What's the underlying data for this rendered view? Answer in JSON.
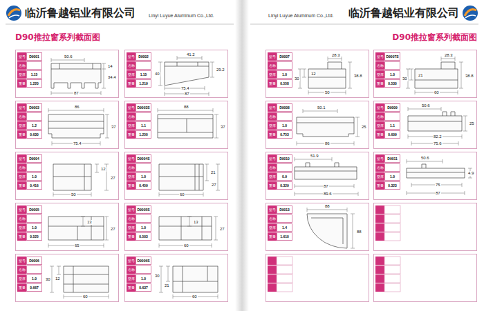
{
  "diagram": {
    "title": "D90推拉窗系列截面图",
    "nodes": [
      {
        "text": [
          "型号",
          "D9001",
          "名称",
          "壁厚",
          "1.15",
          "重量",
          "1.220",
          "50.6",
          "14",
          "34.4",
          "87"
        ]
      },
      {
        "text": [
          "型号",
          "D9002",
          "名称",
          "壁厚",
          "1.15",
          "重量",
          "1.219",
          "41.2",
          "40",
          "29.2",
          "75.4",
          "87"
        ]
      },
      {
        "text": [
          "型号",
          "D9003",
          "名称",
          "壁厚",
          "1.2",
          "重量",
          "0.630",
          "86",
          "37",
          "75.4"
        ]
      },
      {
        "text": [
          "型号",
          "D9003S",
          "名称",
          "壁厚",
          "1.1",
          "重量",
          "1.250",
          "88",
          "37"
        ]
      },
      {
        "text": [
          "型号",
          "D9004",
          "名称",
          "壁厚",
          "1.0",
          "重量",
          "0.416",
          "12",
          "27",
          "50"
        ]
      },
      {
        "text": [
          "型号",
          "D9004S",
          "名称",
          "壁厚",
          "1.0",
          "重量",
          "0.459",
          "21",
          "27",
          "60"
        ]
      },
      {
        "text": [
          "型号",
          "D9005",
          "名称",
          "壁厚",
          "1.0",
          "重量",
          "0.525",
          "13",
          "27",
          "65"
        ]
      },
      {
        "text": [
          "型号",
          "D9005S",
          "名称",
          "壁厚",
          "1.0",
          "重量",
          "0.503",
          "13",
          "27",
          "60"
        ]
      },
      {
        "text": [
          "型号",
          "D9006",
          "名称",
          "壁厚",
          "1.0",
          "重量",
          "0.667",
          "30",
          "12",
          "60"
        ]
      },
      {
        "text": [
          "型号",
          "D9006S",
          "名称",
          "壁厚",
          "1.0",
          "重量",
          "0.637",
          "30",
          "21",
          "60"
        ]
      },
      {
        "text": [
          "型号",
          "D9007",
          "名称",
          "壁厚",
          "1.0",
          "重量",
          "0.558",
          "28.3",
          "30",
          "12",
          "38.8",
          "50"
        ]
      },
      {
        "text": [
          "型号",
          "D9007S",
          "名称",
          "壁厚",
          "1.0",
          "重量",
          "0.530",
          "28.3",
          "30",
          "21",
          "38.8",
          "60"
        ]
      },
      {
        "text": [
          "型号",
          "D9008",
          "名称",
          "壁厚",
          "1.0",
          "重量",
          "0.753",
          "50.1",
          "25",
          "86"
        ]
      },
      {
        "text": [
          "型号",
          "D9009",
          "名称",
          "壁厚",
          "1.1",
          "重量",
          "0.609",
          "50.6",
          "25",
          "82.2",
          "75.6"
        ]
      },
      {
        "text": [
          "型号",
          "D9010",
          "名称",
          "壁厚",
          "0.9",
          "重量",
          "0.329",
          "51.9",
          "87",
          "89.6"
        ]
      },
      {
        "text": [
          "型号",
          "D9011",
          "名称",
          "壁厚",
          "1.0",
          "重量",
          "0.323",
          "50.6",
          "4.9",
          "75",
          "87"
        ]
      },
      {
        "text": [
          "型号",
          "D9013",
          "名称",
          "壁厚",
          "1.4",
          "重量",
          "1.610",
          "88",
          "88"
        ]
      }
    ],
    "labels": [
      "临沂鲁越铝业有限公司",
      "Linyi Luyue Aluminum Co.,Ltd.",
      "Linyi Luyue Aluminum Co.,Ltd.",
      "临沂鲁越铝业有限公司",
      "D90推拉窗系列截面图"
    ]
  }
}
